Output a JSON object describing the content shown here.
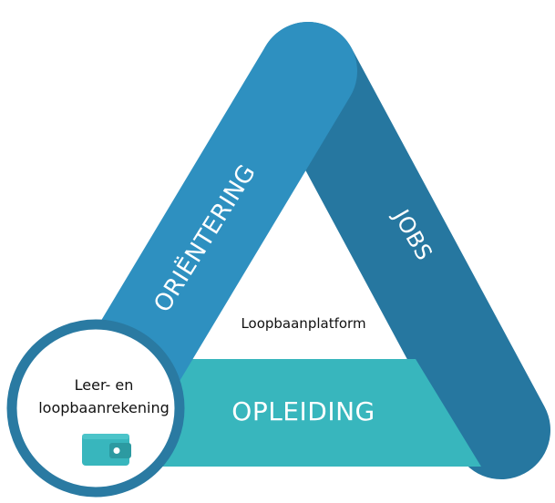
{
  "diagram": {
    "orientering": "ORIËNTERING",
    "jobs": "JOBS",
    "opleiding": "OPLEIDING",
    "center": "Loopbaanplatform",
    "account_line1": "Leer- en",
    "account_line2": "loopbaanrekening",
    "icons": [
      "wallet-icon"
    ]
  },
  "colors": {
    "orientering": "#2e90c0",
    "jobs": "#2677a0",
    "opleiding": "#38b6bd",
    "ring": "#2a7aa2"
  }
}
